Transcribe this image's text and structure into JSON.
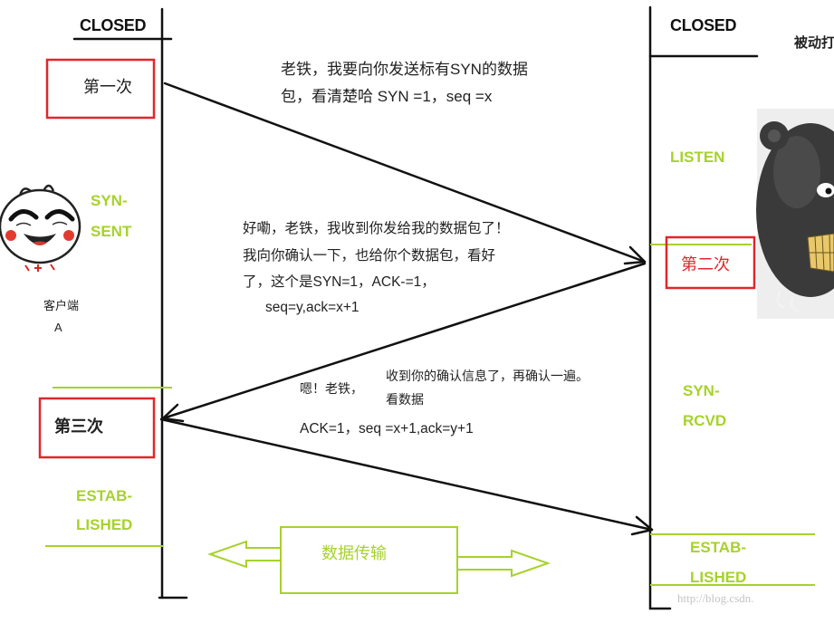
{
  "colors": {
    "line": "#111111",
    "step_box": "#e0272c",
    "state_label": "#a7d22b",
    "message_text": "#222222",
    "watermark": "#c4c4c4"
  },
  "icons": {
    "client_avatar": "smiling-cartoon-face-icon",
    "server_avatar": "grinning-dark-creature-icon"
  },
  "client": {
    "closed_label": "CLOSED",
    "caption_line1": "客户端",
    "caption_line2": "A",
    "syn_sent": [
      "SYN-",
      "SENT"
    ],
    "established": [
      "ESTAB-",
      "LISHED"
    ]
  },
  "server": {
    "closed_label": "CLOSED",
    "caption": "被动打",
    "listen": "LISTEN",
    "syn_rcvd": [
      "SYN-",
      "RCVD"
    ],
    "established": [
      "ESTAB-",
      "LISHED"
    ]
  },
  "steps": [
    {
      "box_label": "第一次",
      "message": [
        "老铁，我要向你发送标有SYN的数据",
        "包，看清楚哈 SYN =1，seq =x"
      ]
    },
    {
      "box_label": "第二次",
      "message": [
        "好嘞，老铁，我收到你发给我的数据包了！",
        "我向你确认一下，也给你个数据包，看好",
        "了，这个是SYN=1，ACK-=1，",
        "seq=y,ack=x+1"
      ]
    },
    {
      "box_label": "第三次",
      "message_intro": "嗯！老铁，",
      "message": [
        "收到你的确认信息了，再确认一遍。",
        "看数据"
      ],
      "message_fields": "ACK=1，seq =x+1,ack=y+1"
    }
  ],
  "data_transfer": {
    "label": "数据传输"
  },
  "watermark": "http://blog.csdn."
}
